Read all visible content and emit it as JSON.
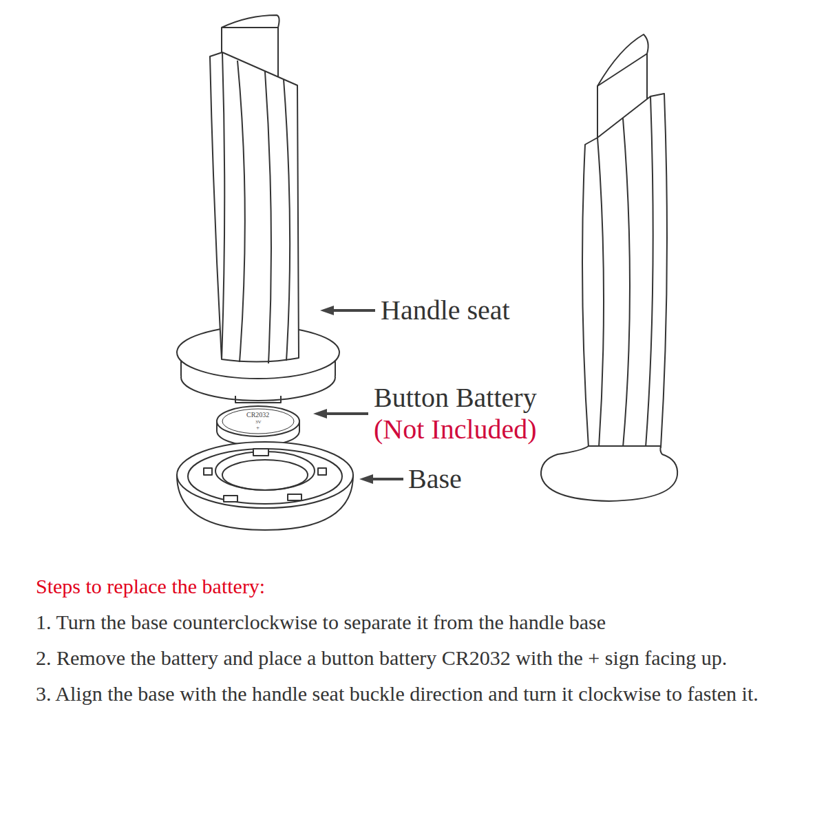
{
  "diagram": {
    "title": "Steps to replace the battery:",
    "labels": [
      "Handle seat",
      "Button Battery",
      "(Not Included)",
      "Base",
      "CR2032",
      "3V",
      "+",
      "1. Turn the base counterclockwise to separate it from the handle base",
      "2. Remove the battery and place a button battery CR2032 with the + sign facing up.",
      "3. Align the base with the handle seat buckle direction and turn it clockwise to fasten it."
    ]
  }
}
